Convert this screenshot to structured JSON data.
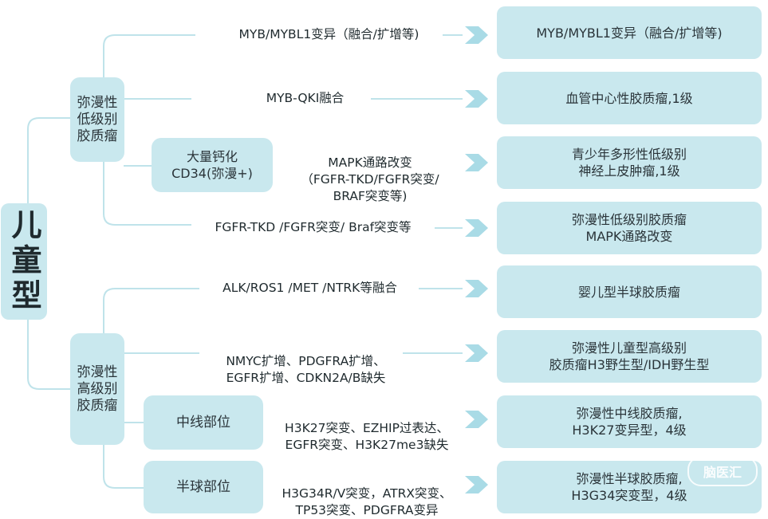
{
  "root": {
    "label": "儿童型"
  },
  "categories": [
    {
      "label": "弥漫性\n低级别\n胶质瘤"
    },
    {
      "label": "弥漫性\n高级别\n胶质瘤"
    }
  ],
  "subgroups": [
    {
      "label": "大量钙化\nCD34(弥漫+)"
    },
    {
      "label": "中线部位"
    },
    {
      "label": "半球部位"
    }
  ],
  "rows": [
    {
      "alteration": "MYB/MYBL1变异（融合/扩增等)",
      "result": "MYB/MYBL1变异（融合/扩增等)"
    },
    {
      "alteration": "MYB-QKI融合",
      "result": "血管中心性胶质瘤,1级"
    },
    {
      "alteration": "MAPK通路改变\n（FGFR-TKD/FGFR突变/\nBRAF突变等)",
      "result": "青少年多形性低级别\n神经上皮肿瘤,1级"
    },
    {
      "alteration": "FGFR-TKD /FGFR突变/ Braf突变等",
      "result": "弥漫性低级别胶质瘤\nMAPK通路改变"
    },
    {
      "alteration": "ALK/ROS1 /MET /NTRK等融合",
      "result": "婴儿型半球胶质瘤"
    },
    {
      "alteration": "NMYC扩增、PDGFRA扩增、\nEGFR扩增、CDKN2A/B缺失",
      "result": "弥漫性儿童型高级别\n胶质瘤H3野生型/IDH野生型"
    },
    {
      "alteration": "H3K27突变、EZHIP过表达、\nEGFR突变、H3K27me3缺失",
      "result": "弥漫性中线胶质瘤,\nH3K27变异型，4级"
    },
    {
      "alteration": "H3G34R/V突变，ATRX突变、\nTP53突变、PDGFRA变异",
      "result": "弥漫性半球胶质瘤,\nH3G34突变型，4级"
    }
  ],
  "watermark": {
    "text": "脑医汇"
  },
  "colors": {
    "box_fill": "#c9e8ee",
    "connector": "#bfe3ea",
    "arrow": "#a9dbe6"
  }
}
